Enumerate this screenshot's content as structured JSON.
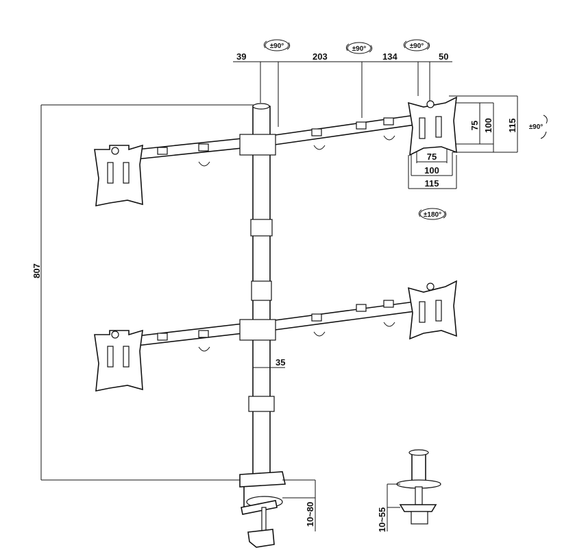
{
  "dimensions": {
    "top_a": "39",
    "top_b": "203",
    "top_c": "134",
    "top_d": "50",
    "height_total": "807",
    "pole_diameter": "35",
    "vesa_h1": "75",
    "vesa_h2": "100",
    "vesa_h3": "115",
    "vesa_w1": "75",
    "vesa_w2": "100",
    "vesa_w3": "115",
    "clamp_range": "10~80",
    "grommet_range": "10~55"
  },
  "rotations": {
    "arm_1": "±90°",
    "arm_2": "±90°",
    "arm_3": "±90°",
    "tilt": "±90°",
    "swivel": "±180°"
  },
  "colors": {
    "line": "#111111",
    "background": "#ffffff"
  }
}
